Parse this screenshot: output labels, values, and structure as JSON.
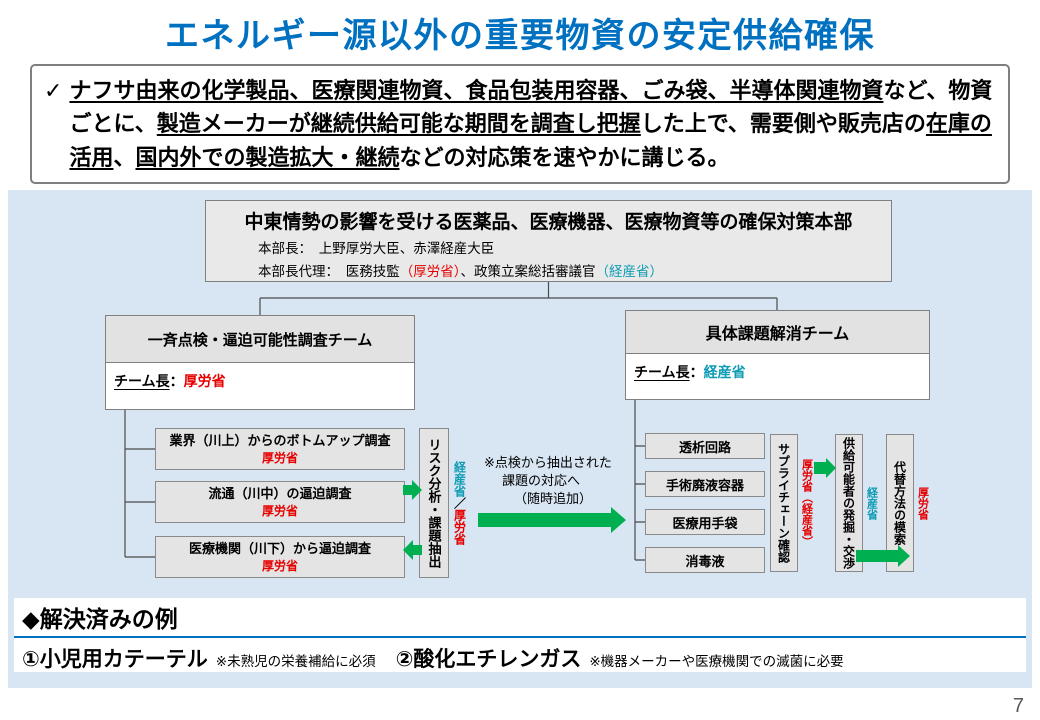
{
  "colors": {
    "title_blue": "#0070C0",
    "panel_blue": "#D8E5F2",
    "box_gray": "#E4E4E4",
    "border_gray": "#808080",
    "arrow_green": "#00B050",
    "mhlw_red": "#E60000",
    "meti_teal": "#0E9CB4"
  },
  "title": "エネルギー源以外の重要物資の安定供給確保",
  "page_number": "7",
  "summary": {
    "check": "✓",
    "seg1": "ナフサ由来の化学製品、医療関連物資、食品包装用容器、ごみ袋、半導体関連物資",
    "seg2": "など、物資ごとに、",
    "seg3": "製造メーカーが継続供給可能な期間を調査し把握",
    "seg4": "した上で、需要側や販売店の",
    "seg5": "在庫の活用",
    "seg6": "、",
    "seg7": "国内外での製造拡大・継続",
    "seg8": "などの対応策を速やかに講じる。"
  },
  "hq": {
    "title": "中東情勢の影響を受ける医薬品、医療機器、医療物資等の確保対策本部",
    "chief_line": "本部長：　上野厚労大臣、赤澤経産大臣",
    "deputy_pre": "本部長代理：　医務技監",
    "deputy_org1": "（厚労省）",
    "deputy_mid": "、政策立案総括審議官",
    "deputy_org2": "（経産省）"
  },
  "left_team": {
    "title": "一斉点検・逼迫可能性調査チーム",
    "leader_label": "チーム長",
    "colon": "：",
    "leader_org": "厚労省"
  },
  "right_team": {
    "title": "具体課題解消チーム",
    "leader_label": "チーム長",
    "colon": "：",
    "leader_org": "経産省"
  },
  "surveys": [
    {
      "title": "業界（川上）からのボトムアップ調査",
      "org": "厚労省"
    },
    {
      "title": "流通（川中）の逼迫調査",
      "org": "厚労省"
    },
    {
      "title": "医療機関（川下）から逼迫調査",
      "org": "厚労省"
    }
  ],
  "risk": {
    "label": "リスク分析・課題抽出",
    "org1": "経産省",
    "sep": "／",
    "org2": "厚労省"
  },
  "note": {
    "line1": "※点検から抽出された",
    "line2": "課題の対応へ",
    "line3": "（随時追加）"
  },
  "items": [
    "透析回路",
    "手術廃液容器",
    "医療用手袋",
    "消毒液"
  ],
  "process": [
    {
      "label": "サプライチェーン確認",
      "org": "厚労省（経産省）"
    },
    {
      "label": "供給可能者の発掘・交渉",
      "org": "経産省"
    },
    {
      "label": "代替方法の模索",
      "org": "厚労省"
    }
  ],
  "solved": {
    "title": "◆解決済みの例",
    "item1": "①小児用カテーテル",
    "note1": "※未熟児の栄養補給に必須",
    "item2": "②酸化エチレンガス",
    "note2": "※機器メーカーや医療機関での滅菌に必要"
  }
}
